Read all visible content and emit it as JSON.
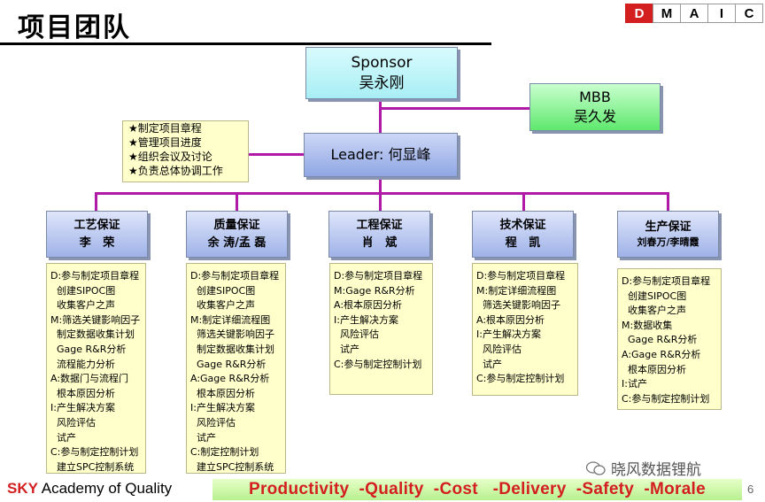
{
  "header": {
    "title": "项目团队",
    "dmaic": [
      "D",
      "M",
      "A",
      "I",
      "C"
    ]
  },
  "sponsor": {
    "role": "Sponsor",
    "name": "吴永刚"
  },
  "mbb": {
    "role": "MBB",
    "name": "吴久发"
  },
  "leader": {
    "label": "Leader: 何显峰"
  },
  "leader_tasks": [
    "★制定项目章程",
    "★管理项目进度",
    "★组织会议及讨论",
    "★负责总体协调工作"
  ],
  "departments": [
    {
      "title": "工艺保证",
      "name": "李   荣",
      "lines": [
        "D:参与制定项目章程",
        "  创建SIPOC图",
        "  收集客户之声",
        "M:筛选关键影响因子",
        "  制定数据收集计划",
        "  Gage R&R分析",
        "  流程能力分析",
        "A:数据门与流程门",
        "  根本原因分析",
        "I:产生解决方案",
        "  风险评估",
        "  试产",
        "C:参与制定控制计划",
        "  建立SPC控制系统"
      ]
    },
    {
      "title": "质量保证",
      "name": "余 涛/孟 磊",
      "lines": [
        "D:参与制定项目章程",
        "  创建SIPOC图",
        "  收集客户之声",
        "M:制定详细流程图",
        "  筛选关键影响因子",
        "  制定数据收集计划",
        "  Gage R&R分析",
        "A:Gage R&R分析",
        "  根本原因分析",
        "I:产生解决方案",
        "  风险评估",
        "  试产",
        "C:制定控制计划",
        "  建立SPC控制系统"
      ]
    },
    {
      "title": "工程保证",
      "name": "肖   斌",
      "lines": [
        "D:参与制定项目章程",
        "M:Gage R&R分析",
        "A:根本原因分析",
        "I:产生解决方案",
        "  风险评估",
        "  试产",
        "C:参与制定控制计划"
      ]
    },
    {
      "title": "技术保证",
      "name": "程   凯",
      "lines": [
        "D:参与制定项目章程",
        "M:制定详细流程图",
        "  筛选关键影响因子",
        "A:根本原因分析",
        "I:产生解决方案",
        "  风险评估",
        "  试产",
        "C:参与制定控制计划"
      ]
    },
    {
      "title": "生产保证",
      "name": "刘春万/李晴霞",
      "lines": [
        "D:参与制定项目章程",
        "  创建SIPOC图",
        "  收集客户之声",
        "M:数据收集",
        "  Gage R&R分析",
        "A:Gage R&R分析",
        "  根本原因分析",
        "I:试产",
        "C:参与制定控制计划"
      ]
    }
  ],
  "footer": {
    "brand": "SKY",
    "tagline": "Academy of Quality",
    "slogan": "Productivity  -Quality  -Cost   -Delivery  -Safety  -Morale",
    "page": "6",
    "watermark": "晓风数据锂航"
  },
  "colors": {
    "connector": "#b01aa6",
    "accent_red": "#d31f1f",
    "note_yellow": "#ffffcc"
  }
}
